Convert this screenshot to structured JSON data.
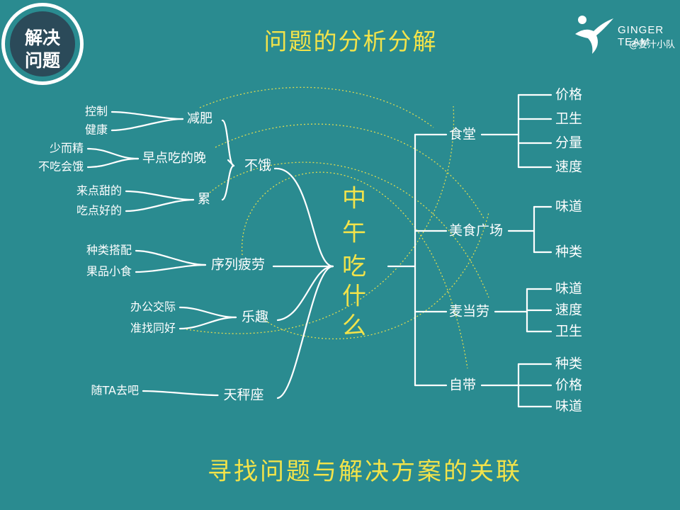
{
  "badge": {
    "line1": "解决",
    "line2": "问题"
  },
  "title": "问题的分析分解",
  "brand": {
    "name": "GINGER TEAM",
    "sub": "@姜汁小队"
  },
  "footer": "寻找问题与解决方案的关联",
  "colors": {
    "background": "#2a8b90",
    "accent": "#f2e34a",
    "line": "#ffffff",
    "badge_fill": "#2b4a59"
  },
  "center_label": [
    "中",
    "午",
    "吃",
    "什",
    "么"
  ],
  "left_tree": [
    {
      "label": "不饿",
      "children": [
        {
          "label": "减肥",
          "children": [
            "控制",
            "健康"
          ]
        },
        {
          "label": "早点吃的晚",
          "children": [
            "少而精",
            "不吃会饿"
          ]
        },
        {
          "label": "累",
          "children": [
            "来点甜的",
            "吃点好的"
          ]
        }
      ]
    },
    {
      "label": "序列疲劳",
      "children": [
        "种类搭配",
        "果品小食"
      ]
    },
    {
      "label": "乐趣",
      "children": [
        "办公交际",
        "准找同好"
      ]
    },
    {
      "label": "天秤座",
      "children": [
        "随TA去吧"
      ]
    }
  ],
  "right_tree": [
    {
      "label": "食堂",
      "children": [
        "价格",
        "卫生",
        "分量",
        "速度"
      ]
    },
    {
      "label": "美食广场",
      "children": [
        "味道",
        "种类"
      ]
    },
    {
      "label": "麦当劳",
      "children": [
        "味道",
        "速度",
        "卫生"
      ]
    },
    {
      "label": "自带",
      "children": [
        "种类",
        "价格",
        "味道"
      ]
    }
  ]
}
